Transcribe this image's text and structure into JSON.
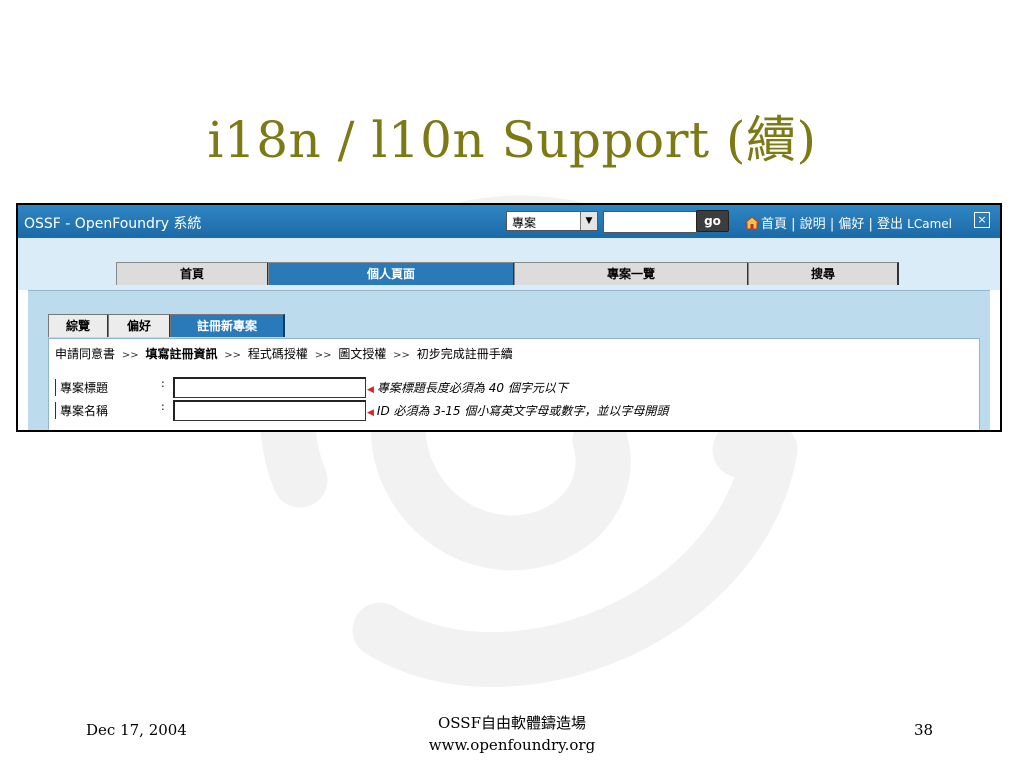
{
  "slide": {
    "title": "i18n / l10n Support (續)",
    "footer_date": "Dec 17, 2004",
    "footer_org": "OSSF自由軟體鑄造場",
    "footer_url": "www.openfoundry.org",
    "page_number": "38"
  },
  "app": {
    "title": "OSSF - OpenFoundry 系統",
    "search_select_value": "專案",
    "search_input_value": "",
    "go_label": "go",
    "top_links": [
      "首頁",
      "說明",
      "偏好",
      "登出"
    ],
    "user": "LCamel",
    "close_glyph": "×"
  },
  "nav": {
    "tabs": [
      {
        "label": "首頁",
        "active": false
      },
      {
        "label": "個人頁面",
        "active": true
      },
      {
        "label": "專案一覽",
        "active": false
      },
      {
        "label": "搜尋",
        "active": false
      }
    ]
  },
  "subnav": {
    "tabs": [
      {
        "label": "綜覽",
        "active": false
      },
      {
        "label": "偏好",
        "active": false
      },
      {
        "label": "註冊新專案",
        "active": true
      }
    ]
  },
  "wizard": {
    "steps": [
      "申請同意書",
      "填寫註冊資訊",
      "程式碼授權",
      "圖文授權",
      "初步完成註冊手續"
    ],
    "current_step": "填寫註冊資訊",
    "separator": ">>"
  },
  "form": {
    "fields": [
      {
        "label": "專案標題",
        "value": "",
        "hint": "專案標題長度必須為 40 個字元以下"
      },
      {
        "label": "專案名稱",
        "value": "",
        "hint": "ID 必須為 3-15 個小寫英文字母或數字，並以字母開頭"
      }
    ]
  },
  "colors": {
    "title": "#7d7a16",
    "topbar": "#1c6aa8",
    "active_tab": "#2a7ab9",
    "panel": "#bcdcee"
  }
}
